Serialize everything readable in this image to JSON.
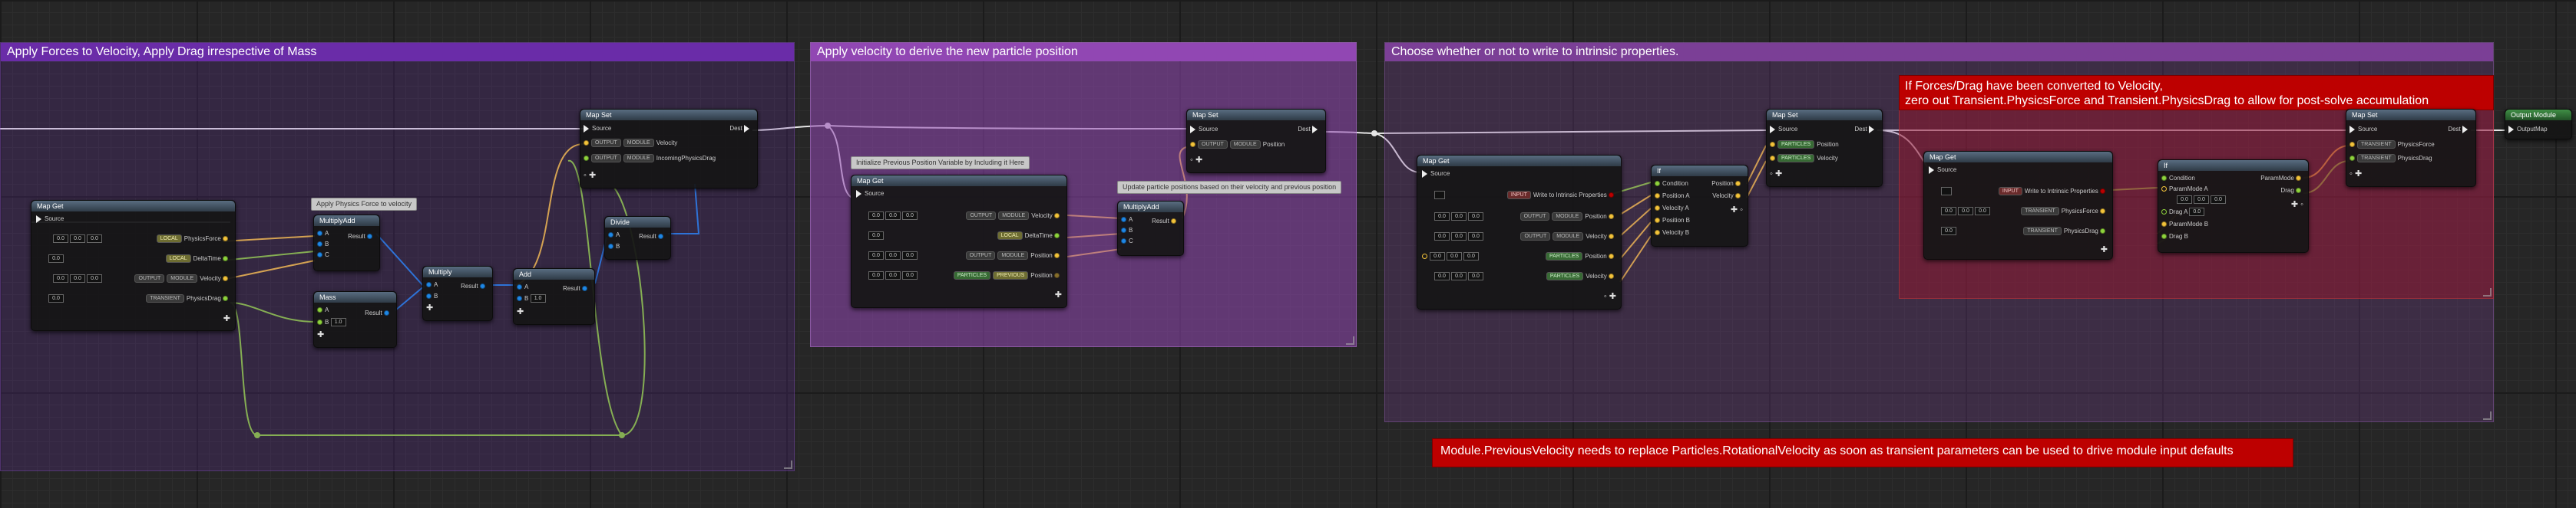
{
  "comments": [
    {
      "title": "Apply Forces to Velocity, Apply Drag irrespective of Mass"
    },
    {
      "title": "Apply velocity to derive the new particle position"
    },
    {
      "title": "Choose whether or not to write to intrinsic properties."
    }
  ],
  "banner_top": {
    "line1": "If Forces/Drag have been converted to Velocity,",
    "line2": "zero out Transient.PhysicsForce and Transient.PhysicsDrag to allow for post-solve accumulation"
  },
  "banner_bottom": {
    "text": "Module.PreviousVelocity needs to replace Particles.RotationalVelocity as soon as transient parameters can be used to drive module input defaults"
  },
  "notes": {
    "apply_force": "Apply Physics Force to velocity",
    "init_prev": "Initialize Previous Position Variable by Including it Here",
    "update_pos": "Update particle positions based on their velocity and previous position"
  },
  "pins": {
    "source": "Source",
    "dest": "Dest",
    "velocity": "Velocity",
    "incoming_drag": "IncomingPhysicsDrag",
    "physics_force": "PhysicsForce",
    "delta_time": "DeltaTime",
    "physics_drag": "PhysicsDrag",
    "position": "Position",
    "result": "Result",
    "a": "A",
    "b": "B",
    "write_intrinsic": "Write to Intrinsic Properties",
    "condition": "Condition",
    "position_a": "Position A",
    "velocity_a": "Velocity A",
    "position_b": "Position B",
    "velocity_b": "Velocity B",
    "param_a": "ParamMode A",
    "param_b": "ParamMode B",
    "drag_a": "Drag A",
    "drag_b": "Drag B",
    "param_mode": "ParamMode",
    "drag": "Drag",
    "output_map": "OutputMap"
  },
  "node_titles": {
    "map_set": "Map Set",
    "map_get": "Map Get",
    "multiply_add": "MultiplyAdd",
    "mass": "Mass",
    "multiply": "Multiply",
    "add": "Add",
    "divide": "Divide",
    "if_node": "If",
    "output_module": "Output Module"
  },
  "tags": {
    "output": "OUTPUT",
    "module": "MODULE",
    "local": "LOCAL",
    "transient": "TRANSIENT",
    "particles": "PARTICLES",
    "previous": "PREVIOUS",
    "input": "INPUT"
  },
  "values": {
    "zero": "0.0",
    "one": "1.0",
    "vec0": "0.0"
  },
  "colors": {
    "comment1_title": "#6a2ca8",
    "comment2_title": "#9147b3",
    "comment3_title": "#7b3f96",
    "banner_red": "#bd0000",
    "wire_exec": "#e6e6e6",
    "wire_float": "#8ed33c",
    "wire_vector": "#f3c33a"
  }
}
